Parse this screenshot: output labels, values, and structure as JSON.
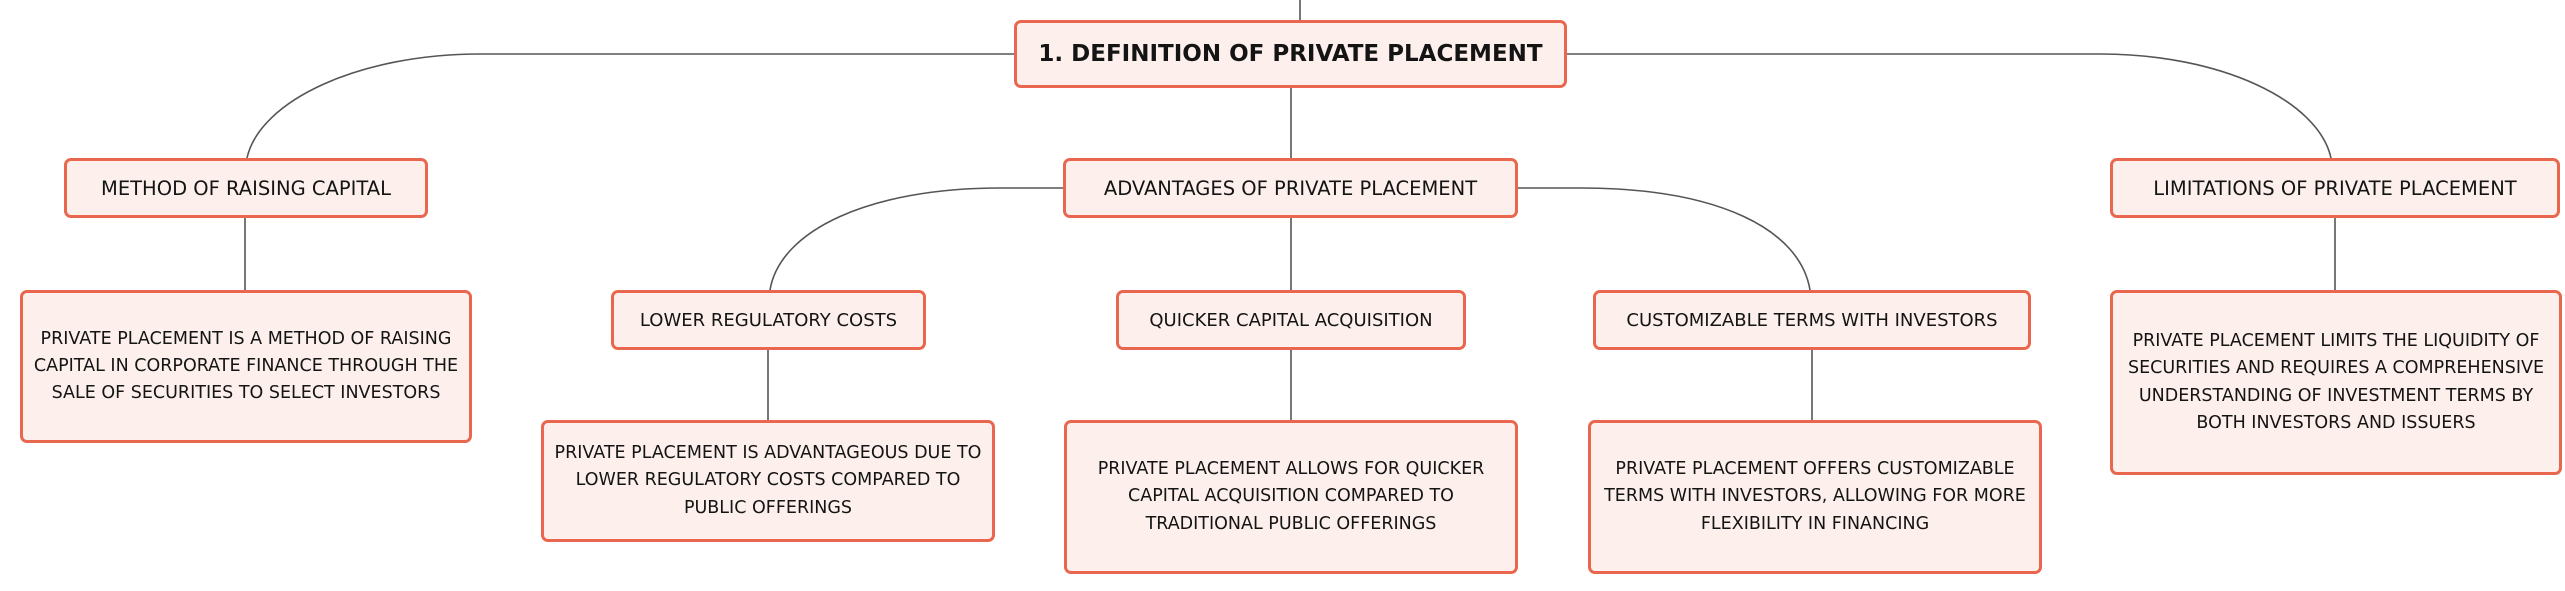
{
  "mindmap": {
    "root": {
      "label": "1. DEFINITION OF PRIVATE PLACEMENT"
    },
    "method": {
      "label": "METHOD OF RAISING CAPITAL",
      "detail": "PRIVATE PLACEMENT IS A METHOD OF RAISING CAPITAL IN CORPORATE FINANCE THROUGH THE SALE OF SECURITIES TO SELECT INVESTORS"
    },
    "advantages": {
      "label": "ADVANTAGES OF PRIVATE PLACEMENT",
      "children": [
        {
          "label": "LOWER REGULATORY COSTS",
          "detail": "PRIVATE PLACEMENT IS ADVANTAGEOUS DUE TO LOWER REGULATORY COSTS COMPARED TO PUBLIC OFFERINGS"
        },
        {
          "label": "QUICKER CAPITAL ACQUISITION",
          "detail": "PRIVATE PLACEMENT ALLOWS FOR QUICKER CAPITAL ACQUISITION COMPARED TO TRADITIONAL PUBLIC OFFERINGS"
        },
        {
          "label": "CUSTOMIZABLE TERMS WITH INVESTORS",
          "detail": "PRIVATE PLACEMENT OFFERS CUSTOMIZABLE TERMS WITH INVESTORS, ALLOWING FOR MORE FLEXIBILITY IN FINANCING"
        }
      ]
    },
    "limitations": {
      "label": "LIMITATIONS OF PRIVATE PLACEMENT",
      "detail": "PRIVATE PLACEMENT LIMITS THE LIQUIDITY OF SECURITIES AND REQUIRES A COMPREHENSIVE UNDERSTANDING OF INVESTMENT TERMS BY BOTH INVESTORS AND ISSUERS"
    }
  },
  "colors": {
    "node_border": "#e8674e",
    "node_fill": "#fdf0ec",
    "connector": "#555555",
    "text": "#141414"
  }
}
